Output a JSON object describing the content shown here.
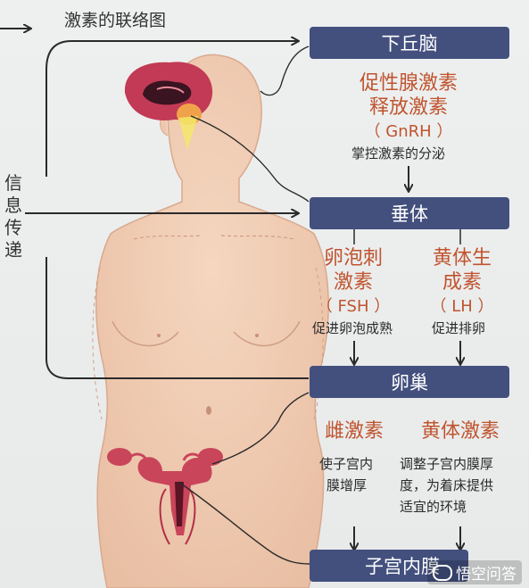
{
  "title": "激素的联络图",
  "side_label": "信息传递",
  "organs": {
    "hypothalamus": "下丘脑",
    "pituitary": "垂体",
    "ovary": "卵巢",
    "uterus": "子宫内膜"
  },
  "hormones": {
    "gnrh_line1": "促性腺激素",
    "gnrh_line2": "释放激素",
    "gnrh_abbr": "（ GnRH ）",
    "gnrh_desc": "掌控激素的分泌",
    "fsh_line1": "卵泡刺",
    "fsh_line2": "激素",
    "fsh_abbr": "（ FSH ）",
    "fsh_desc": "促进卵泡成熟",
    "lh_line1": "黄体生",
    "lh_line2": "成素",
    "lh_abbr": "（ LH ）",
    "lh_desc": "促进排卵",
    "estrogen": "雌激素",
    "estrogen_desc1": "使子宫内",
    "estrogen_desc2": "膜增厚",
    "progesterone": "黄体激素",
    "progesterone_desc1": "调整子宫内膜厚",
    "progesterone_desc2": "度，为着床提供",
    "progesterone_desc3": "适宜的环境"
  },
  "watermark": "悟空问答",
  "colors": {
    "box": "#43507e",
    "hormone_text": "#c0542e",
    "skin": "#f0cdb4",
    "brain": "#c23a55",
    "uterus": "#c9455a"
  }
}
